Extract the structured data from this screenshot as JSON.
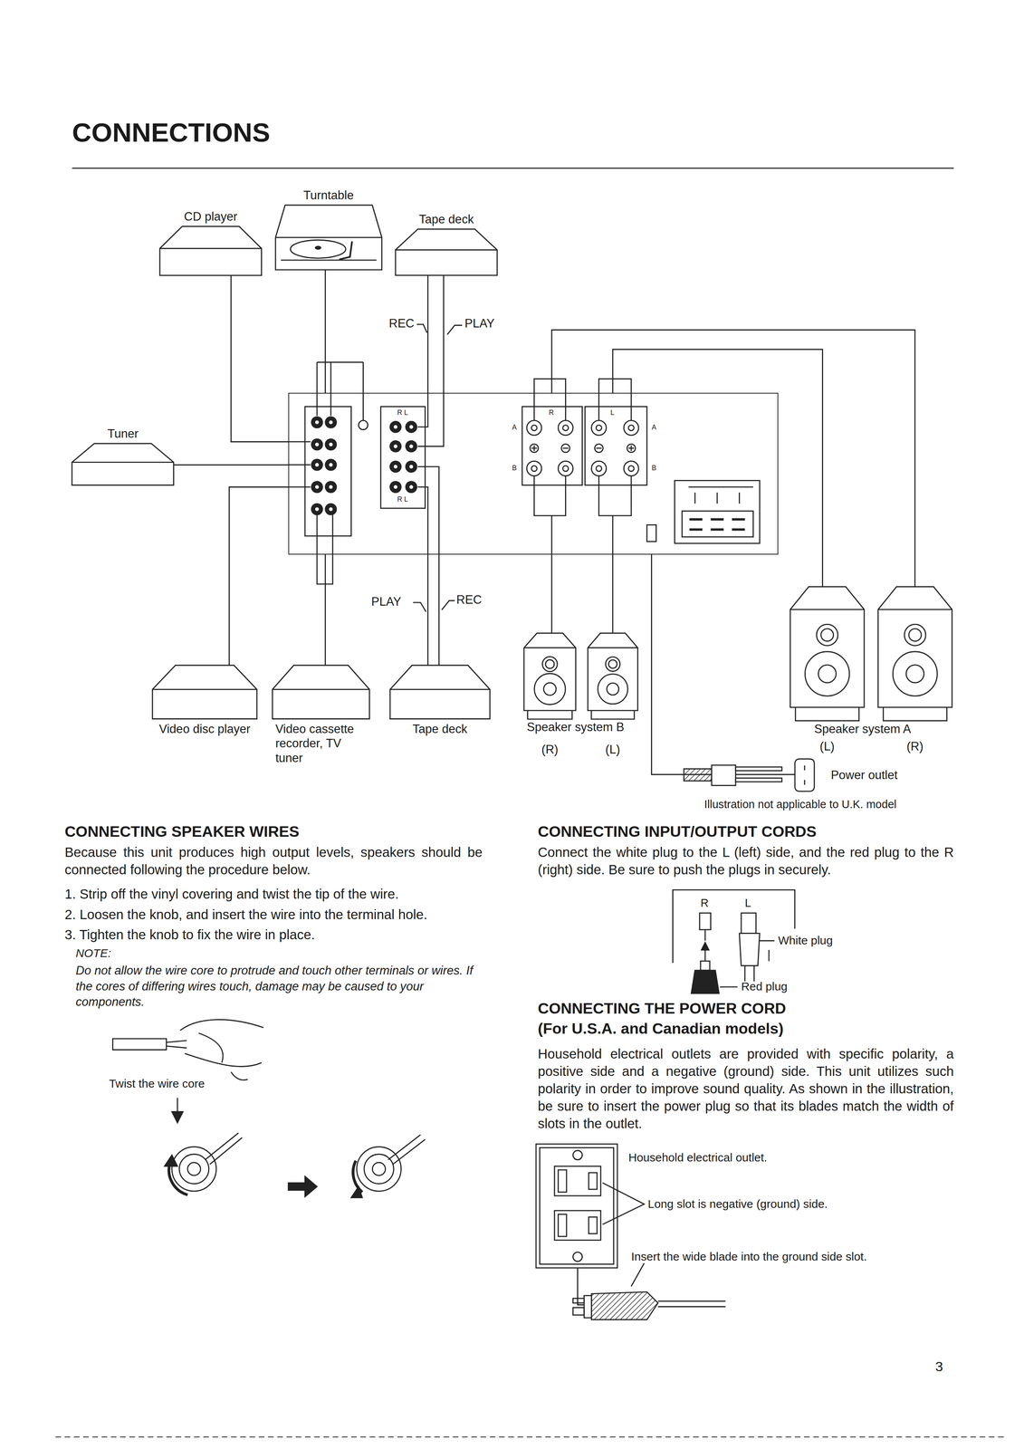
{
  "diagram": {
    "title": "CONNECTIONS",
    "nodes": [
      {
        "text": [
          "CD player"
        ]
      },
      {
        "text": [
          "Turntable"
        ]
      },
      {
        "text": [
          "Tape deck"
        ]
      },
      {
        "text": [
          "Tuner"
        ]
      },
      {
        "text": [
          "R L",
          "R L",
          "R",
          "L",
          "A",
          "B",
          "A",
          "B"
        ]
      },
      {
        "text": [
          "Video disc player"
        ]
      },
      {
        "text": [
          "Video cassette recorder, TV tuner"
        ]
      },
      {
        "text": [
          "Tape deck"
        ]
      },
      {
        "text": [
          "(R)"
        ]
      },
      {
        "text": [
          "(L)"
        ]
      },
      {
        "text": [
          "(L)"
        ]
      },
      {
        "text": [
          "(R)"
        ]
      },
      {
        "text": [
          "Power outlet"
        ]
      }
    ],
    "edges": [
      {
        "from": 0,
        "to": 4,
        "arrow": "none"
      },
      {
        "from": 1,
        "to": 4,
        "arrow": "none"
      },
      {
        "from": 4,
        "to": 2,
        "label": "REC",
        "arrow": "none"
      },
      {
        "from": 2,
        "to": 4,
        "label": "PLAY",
        "arrow": "none"
      },
      {
        "from": 3,
        "to": 4,
        "arrow": "none"
      },
      {
        "from": 5,
        "to": 4,
        "arrow": "none"
      },
      {
        "from": 6,
        "to": 4,
        "arrow": "none"
      },
      {
        "from": 7,
        "to": 4,
        "label": "PLAY",
        "arrow": "none"
      },
      {
        "from": 4,
        "to": 7,
        "label": "REC",
        "arrow": "none"
      },
      {
        "from": 4,
        "to": 8,
        "arrow": "none"
      },
      {
        "from": 4,
        "to": 9,
        "arrow": "none"
      },
      {
        "from": 4,
        "to": 10,
        "arrow": "none"
      },
      {
        "from": 4,
        "to": 11,
        "arrow": "none"
      },
      {
        "from": 4,
        "to": 12,
        "arrow": "none"
      }
    ],
    "labels": [
      "Speaker system B",
      "Speaker system A",
      "Illustration not applicable to U.K. model",
      "CONNECTING SPEAKER WIRES",
      "Because this unit produces high output levels, speakers should be connected following the procedure below.",
      "1. Strip off the vinyl covering and twist the tip of the wire.",
      "2. Loosen the knob, and insert the wire into the terminal hole.",
      "3. Tighten the knob to fix the wire in place.",
      "NOTE:",
      "Do not allow the wire core to protrude and touch other terminals or wires. If the cores of differing wires touch, damage may be caused to your components.",
      "Twist the wire core",
      "CONNECTING INPUT/OUTPUT CORDS",
      "Connect the white plug to the L (left) side, and the red plug to the R (right) side. Be sure to push the plugs in securely.",
      "R",
      "L",
      "White plug",
      "Red plug",
      "CONNECTING THE POWER CORD",
      "(For U.S.A. and Canadian models)",
      "Household electrical outlets are provided with specific polarity, a positive side and a negative (ground) side. This unit utilizes such polarity in order to improve sound quality. As shown in the illustration, be sure to insert the power plug so that its blades match the width of slots in the outlet.",
      "Household electrical outlet.",
      "Long slot is negative (ground) side.",
      "Insert the wide blade into the ground side slot.",
      "3"
    ]
  }
}
